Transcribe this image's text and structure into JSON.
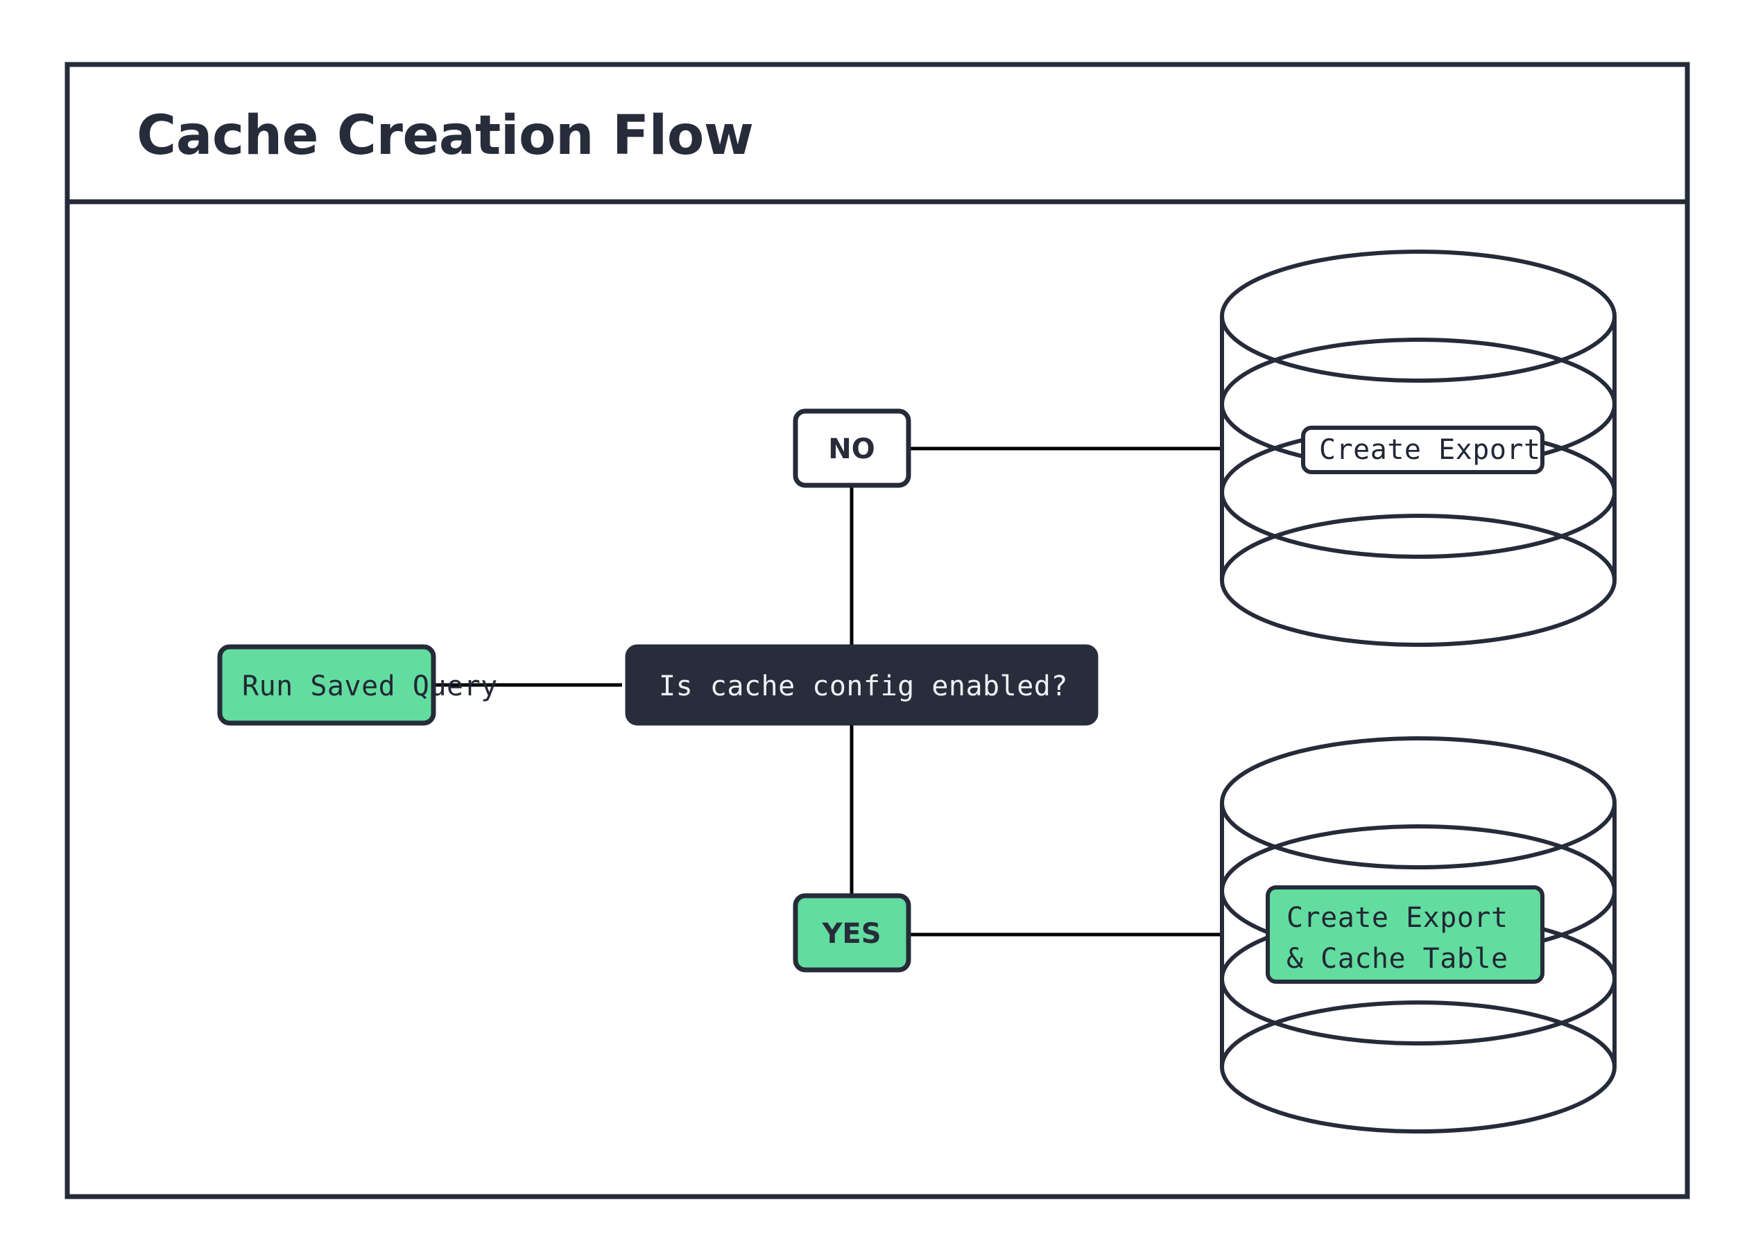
{
  "diagram": {
    "title": "Cache Creation Flow",
    "frame": {
      "border_color": "#262b3a",
      "background": "#ffffff"
    },
    "palette": {
      "accent_green": "#62dd9f",
      "dark_navy": "#282d3c",
      "white": "#ffffff",
      "line": "#000000"
    },
    "nodes": {
      "start": {
        "label": "Run Saved Query",
        "shape": "rounded-rect",
        "fill": "#62dd9f",
        "text_style": "mono"
      },
      "decision": {
        "label": "Is cache config enabled?",
        "shape": "rounded-rect",
        "fill": "#282d3c",
        "text_style": "mono"
      },
      "branch_no": {
        "label": "NO",
        "shape": "rounded-rect",
        "fill": "#ffffff",
        "text_style": "sans"
      },
      "branch_yes": {
        "label": "YES",
        "shape": "rounded-rect",
        "fill": "#62dd9f",
        "text_style": "sans"
      },
      "database_top": {
        "shape": "database-cylinder",
        "label": "Create Export",
        "label_fill": "#ffffff",
        "label_lines": [
          "Create Export"
        ]
      },
      "database_bottom": {
        "shape": "database-cylinder",
        "label": "Create Export & Cache Table",
        "label_fill": "#62dd9f",
        "label_lines": [
          "Create Export",
          "& Cache Table"
        ]
      }
    },
    "edges": [
      {
        "from": "start",
        "to": "decision",
        "label": ""
      },
      {
        "from": "decision",
        "to": "branch_no",
        "label": ""
      },
      {
        "from": "branch_no",
        "to": "database_top",
        "label": ""
      },
      {
        "from": "decision",
        "to": "branch_yes",
        "label": ""
      },
      {
        "from": "branch_yes",
        "to": "database_bottom",
        "label": ""
      }
    ]
  }
}
